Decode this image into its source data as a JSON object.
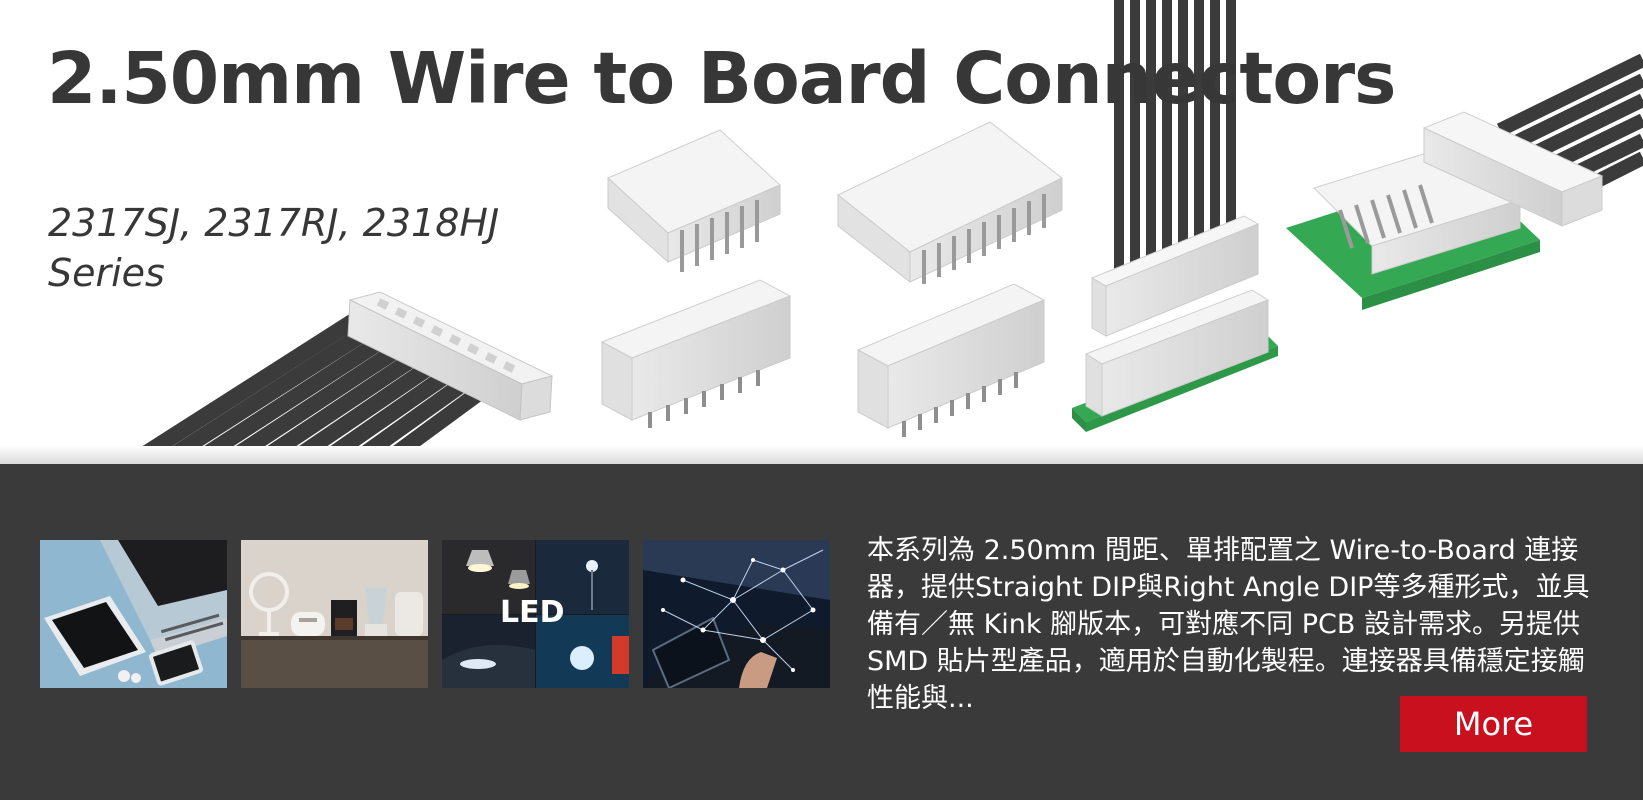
{
  "banner": {
    "title": "2.50mm Wire to Board Connectors",
    "series": "2317SJ, 2317RJ, 2318HJ Series"
  },
  "applications": [
    {
      "name": "laptop-tablet-phone-photo",
      "icon": "laptop-icon"
    },
    {
      "name": "home-appliances-photo",
      "icon": "appliances-icon"
    },
    {
      "name": "led-lighting-photo",
      "icon": "led-icon",
      "label": "LED"
    },
    {
      "name": "automotive-touchscreen-photo",
      "icon": "car-screen-icon"
    }
  ],
  "description": "本系列為 2.50mm 間距、單排配置之 Wire-to-Board 連接器，提供Straight DIP與Right Angle DIP等多種形式，並具備有／無 Kink 腳版本，可對應不同 PCB 設計需求。另提供 SMD 貼片型產品，適用於自動化製程。連接器具備穩定接觸性能與...",
  "more_button": "More",
  "colors": {
    "title": "#373737",
    "panel": "#3a3a3b",
    "button": "#c8101f",
    "pcb": "#34a853",
    "cable": "#3b3b3b"
  }
}
